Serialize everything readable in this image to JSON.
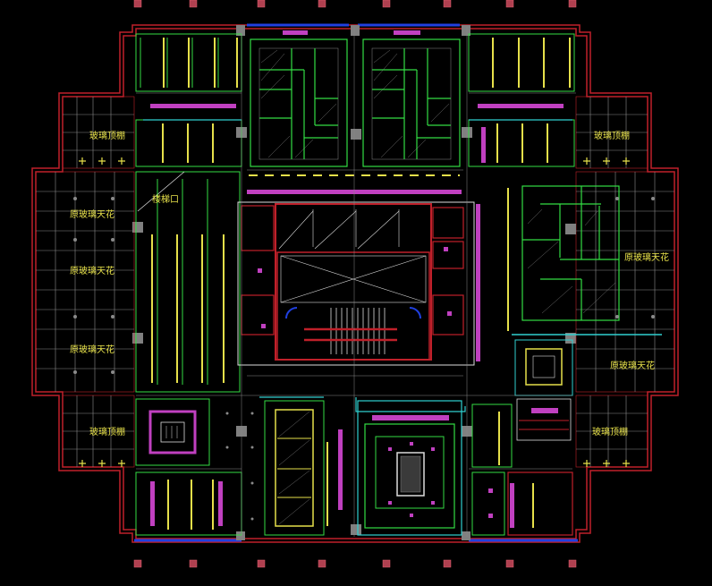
{
  "drawing": {
    "background": "#000000",
    "colors": {
      "wall": "#c0202a",
      "green": "#33dd44",
      "yellow": "#e6e04a",
      "magenta": "#c040c0",
      "cyan": "#30d0d0",
      "white": "#dcdcdc",
      "grey": "#8a8a8a",
      "blue": "#2040e0",
      "column": "#808080"
    }
  },
  "labels": {
    "glass_ceiling_tl": "玻璃顶棚",
    "glass_ceiling_tr": "玻璃顶棚",
    "glass_ceiling_bl": "玻璃顶棚",
    "glass_ceiling_br": "玻璃顶棚",
    "stair": "楼梯口",
    "orig_glass_1": "原玻璃天花",
    "orig_glass_2": "原玻璃天花",
    "orig_glass_3": "原玻璃天花",
    "orig_glass_r1": "原玻璃天花",
    "orig_glass_r2": "原玻璃天花"
  }
}
